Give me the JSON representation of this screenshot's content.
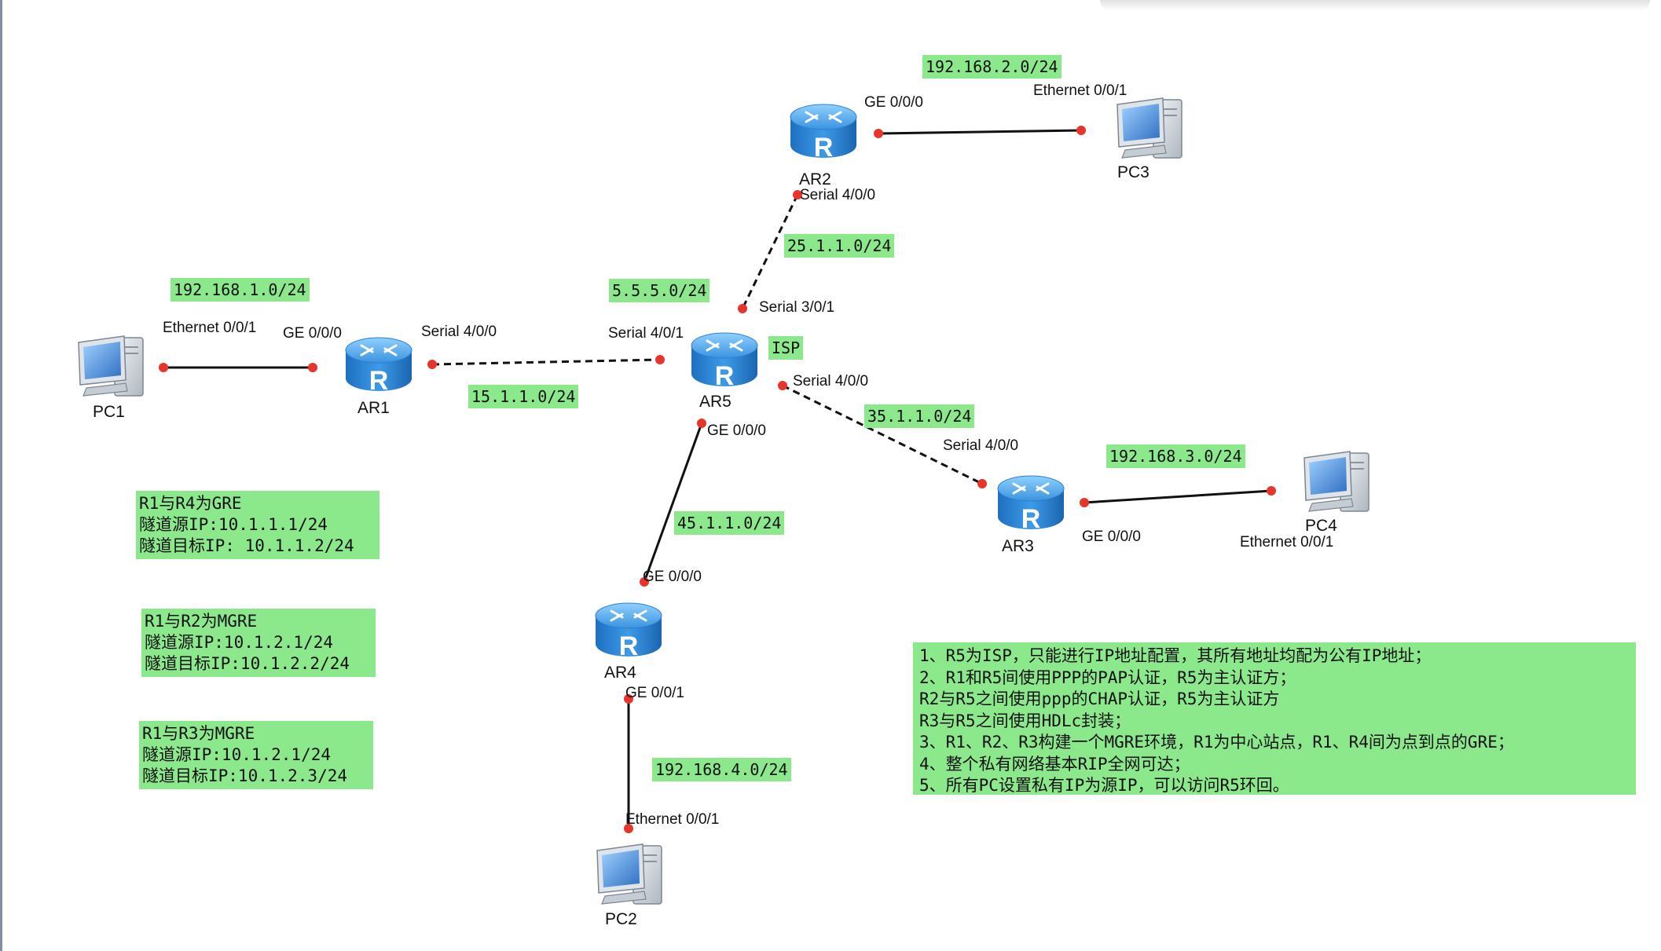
{
  "networks": {
    "lan1": "192.168.1.0/24",
    "lan2": "192.168.2.0/24",
    "lan3": "192.168.3.0/24",
    "lan4": "192.168.4.0/24",
    "ar1_ar5": "15.1.1.0/24",
    "ar2_ar5": "25.1.1.0/24",
    "ar3_ar5": "35.1.1.0/24",
    "ar4_ar5": "45.1.1.0/24",
    "loopback": "5.5.5.0/24",
    "isp": "ISP"
  },
  "devices": {
    "pc1": "PC1",
    "pc2": "PC2",
    "pc3": "PC3",
    "pc4": "PC4",
    "ar1": "AR1",
    "ar2": "AR2",
    "ar3": "AR3",
    "ar4": "AR4",
    "ar5": "AR5"
  },
  "interfaces": {
    "pc1_eth": "Ethernet 0/0/1",
    "ar1_ge": "GE 0/0/0",
    "ar1_serial": "Serial 4/0/0",
    "ar5_serial401": "Serial 4/0/1",
    "ar5_serial301": "Serial 3/0/1",
    "ar5_serial400": "Serial 4/0/0",
    "ar5_ge": "GE 0/0/0",
    "ar2_serial": "Serial 4/0/0",
    "ar2_ge": "GE 0/0/0",
    "pc3_eth": "Ethernet 0/0/1",
    "ar3_serial": "Serial 4/0/0",
    "ar3_ge": "GE 0/0/0",
    "pc4_eth": "Ethernet 0/0/1",
    "ar4_ge000": "GE 0/0/0",
    "ar4_ge001": "GE 0/0/1",
    "pc2_eth": "Ethernet 0/0/1"
  },
  "tunnels": [
    {
      "title": "R1与R4为GRE",
      "src": "隧道源IP:10.1.1.1/24",
      "dst": "隧道目标IP: 10.1.1.2/24"
    },
    {
      "title": "R1与R2为MGRE",
      "src": "隧道源IP:10.1.2.1/24",
      "dst": "隧道目标IP:10.1.2.2/24"
    },
    {
      "title": "R1与R3为MGRE",
      "src": "隧道源IP:10.1.2.1/24",
      "dst": "隧道目标IP:10.1.2.3/24"
    }
  ],
  "requirements": [
    "1、R5为ISP，只能进行IP地址配置，其所有地址均配为公有IP地址；",
    "2、R1和R5间使用PPP的PAP认证，R5为主认证方；",
    "R2与R5之间使用ppp的CHAP认证，R5为主认证方",
    "R3与R5之间使用HDLc封装；",
    "3、R1、R2、R3构建一个MGRE环境，R1为中心站点，R1、R4间为点到点的GRE；",
    "4、整个私有网络基本RIP全网可达；",
    "5、所有PC设置私有IP为源IP，可以访问R5环回。"
  ],
  "colors": {
    "label_bg": "#8be88b",
    "router_blue": "#2f86d6",
    "port_red": "#e8352b",
    "link": "#111111"
  }
}
